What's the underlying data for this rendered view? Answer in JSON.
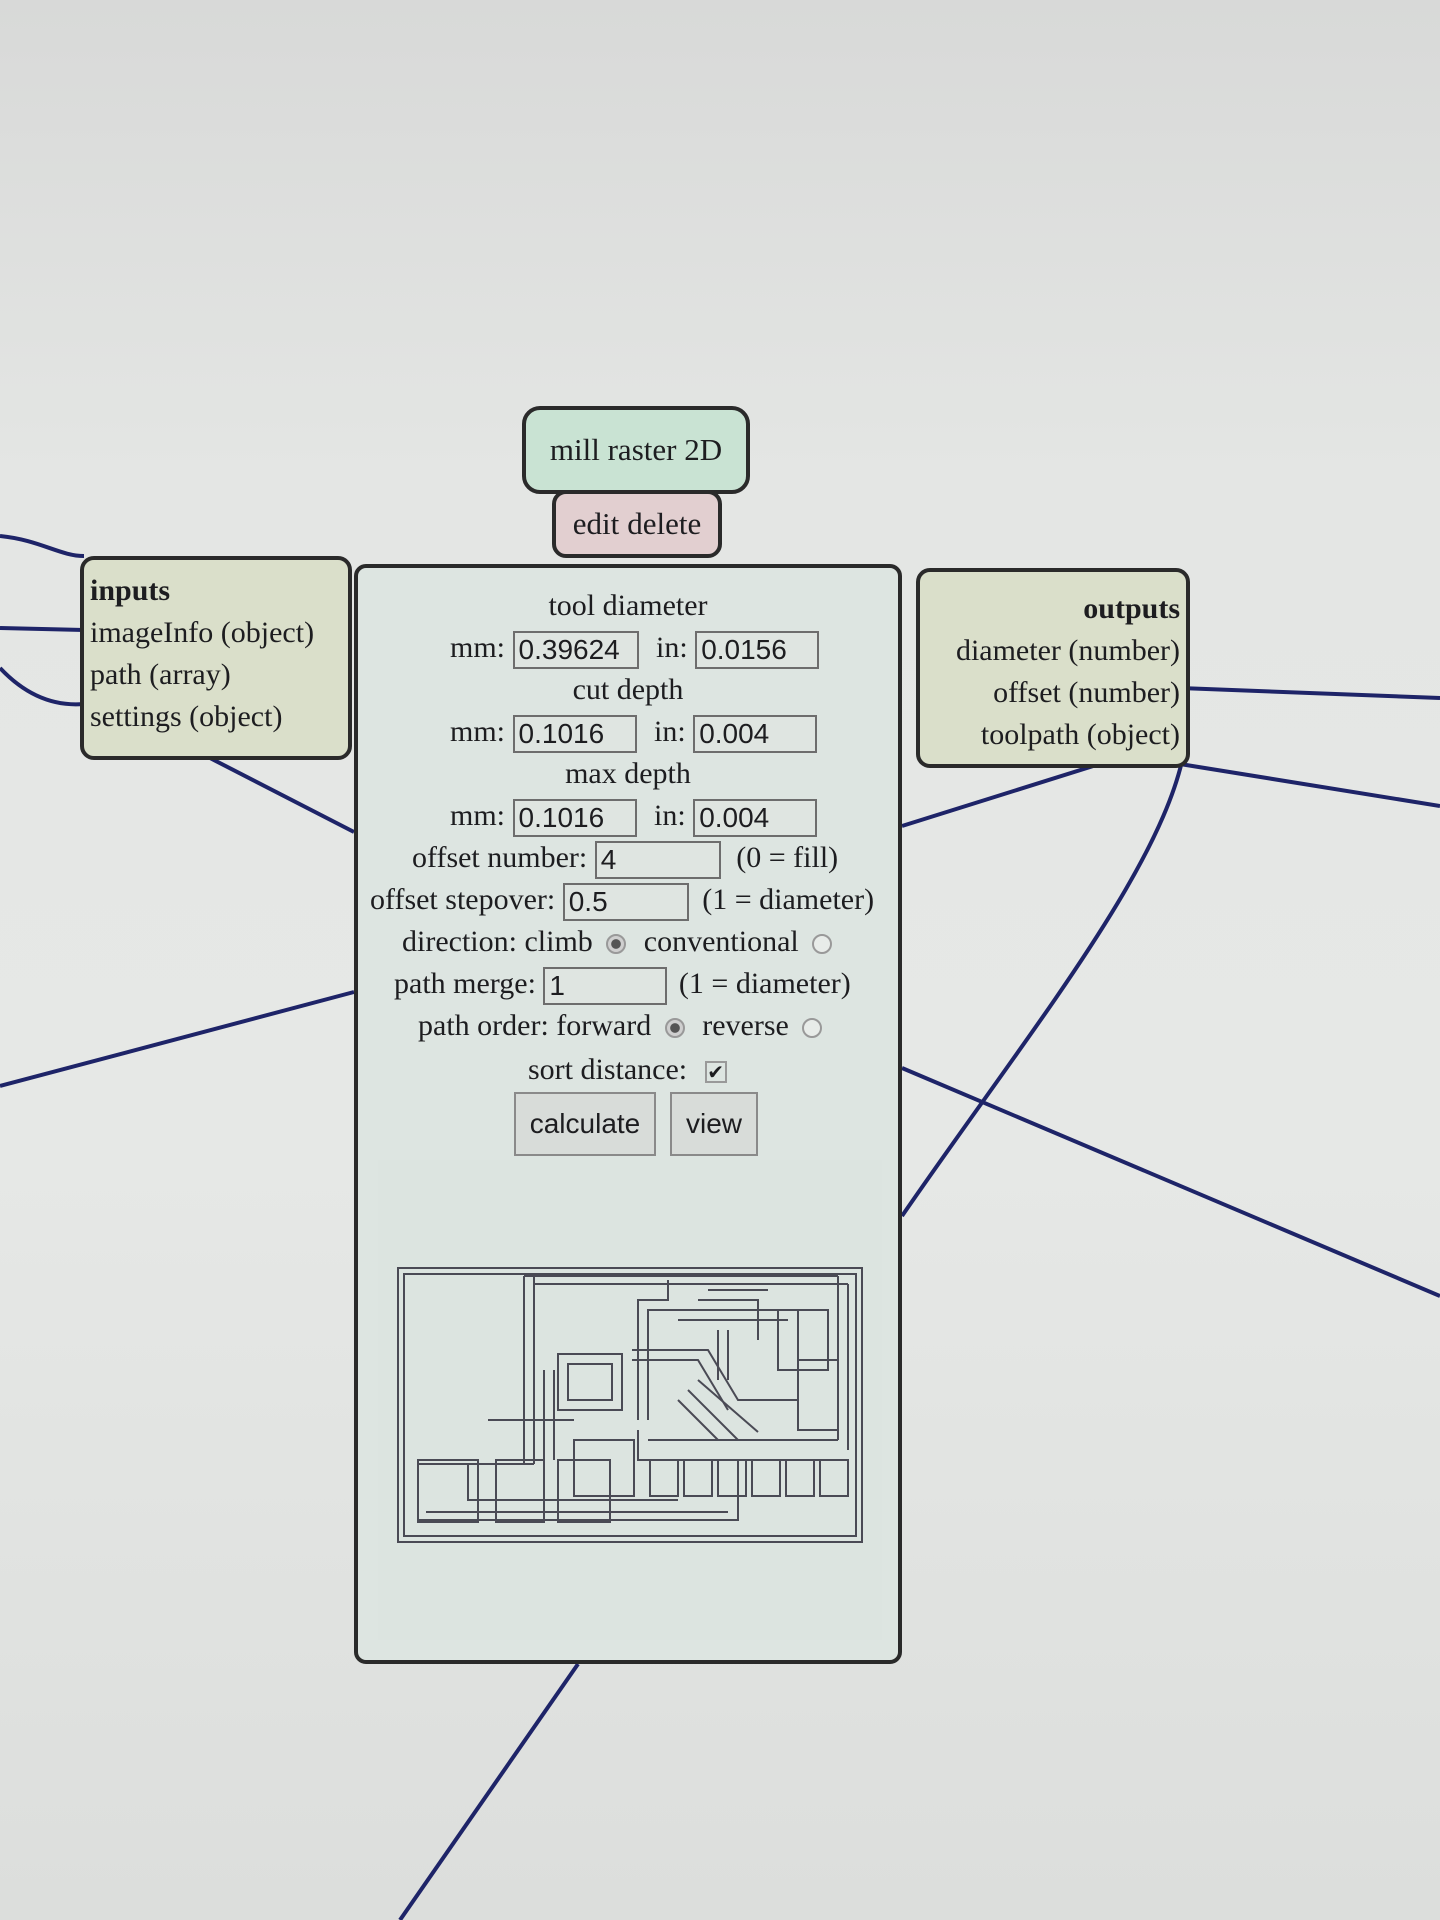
{
  "node": {
    "title": "mill raster 2D",
    "actions": {
      "edit": "edit",
      "delete": "delete"
    }
  },
  "inputs": {
    "heading": "inputs",
    "items": [
      "imageInfo (object)",
      "path (array)",
      "settings (object)"
    ]
  },
  "outputs": {
    "heading": "outputs",
    "items": [
      "diameter (number)",
      "offset (number)",
      "toolpath (object)"
    ]
  },
  "settings": {
    "tool_diameter": {
      "label": "tool diameter",
      "mm_label": "mm:",
      "mm": "0.39624",
      "in_label": "in:",
      "in": "0.0156"
    },
    "cut_depth": {
      "label": "cut depth",
      "mm_label": "mm:",
      "mm": "0.1016",
      "in_label": "in:",
      "in": "0.004"
    },
    "max_depth": {
      "label": "max depth",
      "mm_label": "mm:",
      "mm": "0.1016",
      "in_label": "in:",
      "in": "0.004"
    },
    "offset_number": {
      "label": "offset number:",
      "value": "4",
      "hint": "(0 = fill)"
    },
    "offset_stepover": {
      "label": "offset stepover:",
      "value": "0.5",
      "hint": "(1 = diameter)"
    },
    "direction": {
      "label": "direction: climb",
      "alt": "conventional",
      "selected": "climb"
    },
    "path_merge": {
      "label": "path merge:",
      "value": "1",
      "hint": "(1 = diameter)"
    },
    "path_order": {
      "label": "path order: forward",
      "alt": "reverse",
      "selected": "forward"
    },
    "sort_distance": {
      "label": "sort distance:",
      "checked": true
    }
  },
  "buttons": {
    "calculate": "calculate",
    "view": "view"
  },
  "colors": {
    "wire": "#1e2468",
    "node_title": "#c9e3d3",
    "node_actions": "#e2cfd0",
    "io_box": "#dadfca",
    "panel": "#dde5e1",
    "trace": "#4a4a55"
  }
}
